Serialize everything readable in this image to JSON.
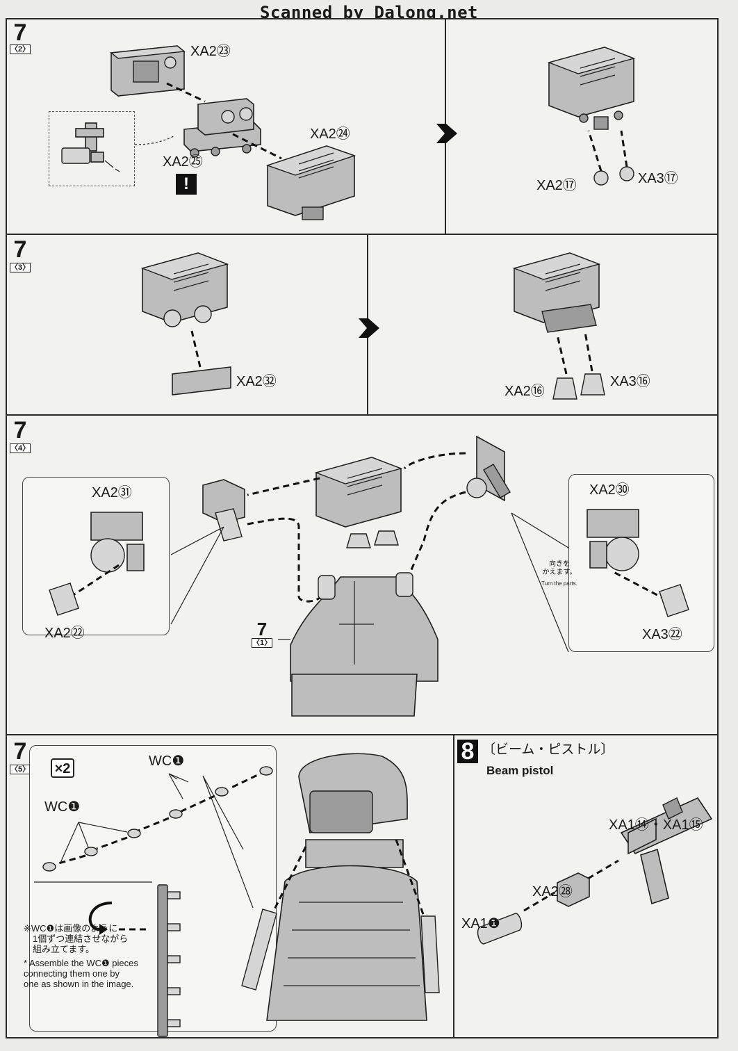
{
  "watermark": "Scanned by Dalong.net",
  "sections": {
    "s72": {
      "num": "7",
      "sub": "〈2〉",
      "labels": {
        "a": "XA2㉓",
        "b": "XA2㉔",
        "c": "XA2㉕",
        "d": "XA2⑰",
        "e": "XA3⑰"
      },
      "warning": "!"
    },
    "s73": {
      "num": "7",
      "sub": "〈3〉",
      "labels": {
        "a": "XA2㉜",
        "b": "XA2⑯",
        "c": "XA3⑯"
      }
    },
    "s74": {
      "num": "7",
      "sub": "〈4〉",
      "labels": {
        "a": "XA2㉛",
        "b": "XA2㉒",
        "c": "XA2㉚",
        "d": "XA3㉒"
      },
      "ref_num": "7",
      "ref_sub": "〈1〉",
      "note_jp": "向きを\nかえます。",
      "note_en": "Turn the parts."
    },
    "s75": {
      "num": "7",
      "sub": "〈5〉",
      "multiplier": "×2",
      "labels": {
        "a": "WC❶",
        "b": "WC❶"
      },
      "note_jp": "※WC❶は画像のように\n　1個ずつ連結させながら\n　組み立てます。",
      "note_en": "* Assemble the WC❶ pieces\n  connecting them one by\n  one as shown in the image."
    },
    "s8": {
      "num": "8",
      "title_jp": "〔ビーム・ピストル〕",
      "title_en": "Beam pistol",
      "labels": {
        "a": "XA1⑭・XA1⑮",
        "b": "XA2㉘",
        "c": "XA1❶"
      }
    }
  }
}
